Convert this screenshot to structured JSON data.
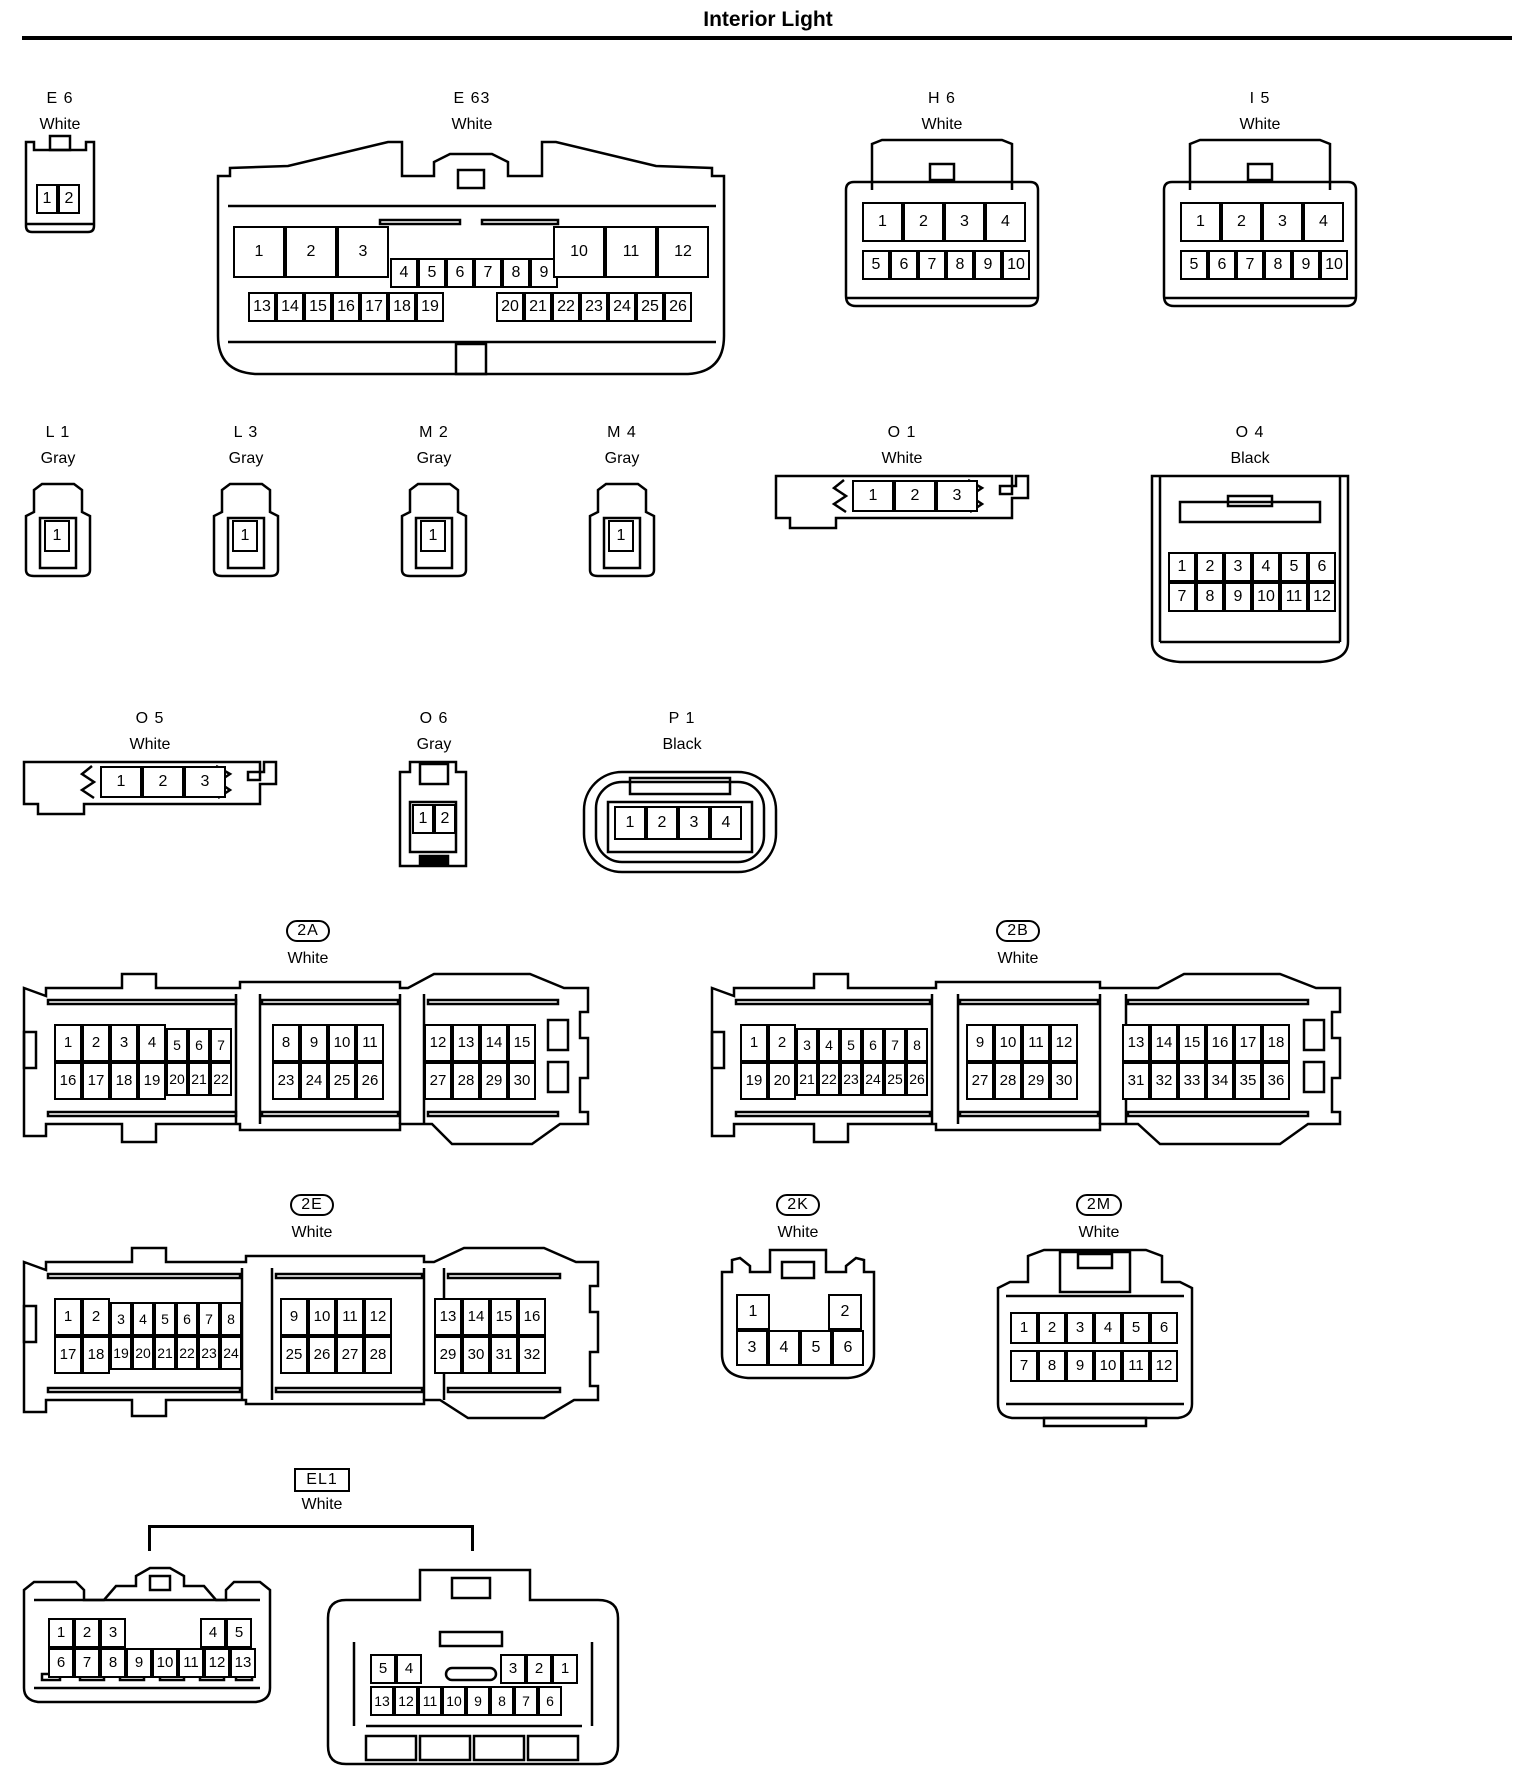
{
  "title": "Interior Light",
  "connectors": {
    "E6": {
      "code": "E 6",
      "color": "White",
      "pins": [
        "1",
        "2"
      ]
    },
    "E63": {
      "code": "E 63",
      "color": "White",
      "pins": [
        "1",
        "2",
        "3",
        "4",
        "5",
        "6",
        "7",
        "8",
        "9",
        "10",
        "11",
        "12",
        "13",
        "14",
        "15",
        "16",
        "17",
        "18",
        "19",
        "20",
        "21",
        "22",
        "23",
        "24",
        "25",
        "26"
      ]
    },
    "H6": {
      "code": "H 6",
      "color": "White",
      "pins": [
        "1",
        "2",
        "3",
        "4",
        "5",
        "6",
        "7",
        "8",
        "9",
        "10"
      ]
    },
    "I5": {
      "code": "I 5",
      "color": "White",
      "pins": [
        "1",
        "2",
        "3",
        "4",
        "5",
        "6",
        "7",
        "8",
        "9",
        "10"
      ]
    },
    "L1": {
      "code": "L 1",
      "color": "Gray",
      "pins": [
        "1"
      ]
    },
    "L3": {
      "code": "L 3",
      "color": "Gray",
      "pins": [
        "1"
      ]
    },
    "M2": {
      "code": "M 2",
      "color": "Gray",
      "pins": [
        "1"
      ]
    },
    "M4": {
      "code": "M 4",
      "color": "Gray",
      "pins": [
        "1"
      ]
    },
    "O1": {
      "code": "O 1",
      "color": "White",
      "pins": [
        "1",
        "2",
        "3"
      ]
    },
    "O4": {
      "code": "O 4",
      "color": "Black",
      "pins": [
        "1",
        "2",
        "3",
        "4",
        "5",
        "6",
        "7",
        "8",
        "9",
        "10",
        "11",
        "12"
      ]
    },
    "O5": {
      "code": "O 5",
      "color": "White",
      "pins": [
        "1",
        "2",
        "3"
      ]
    },
    "O6": {
      "code": "O 6",
      "color": "Gray",
      "pins": [
        "1",
        "2"
      ]
    },
    "P1": {
      "code": "P 1",
      "color": "Black",
      "pins": [
        "1",
        "2",
        "3",
        "4"
      ]
    },
    "2A": {
      "code": "2A",
      "color": "White",
      "pins": [
        "1",
        "2",
        "3",
        "4",
        "5",
        "6",
        "7",
        "8",
        "9",
        "10",
        "11",
        "12",
        "13",
        "14",
        "15",
        "16",
        "17",
        "18",
        "19",
        "20",
        "21",
        "22",
        "23",
        "24",
        "25",
        "26",
        "27",
        "28",
        "29",
        "30"
      ]
    },
    "2B": {
      "code": "2B",
      "color": "White",
      "pins": [
        "1",
        "2",
        "3",
        "4",
        "5",
        "6",
        "7",
        "8",
        "9",
        "10",
        "11",
        "12",
        "13",
        "14",
        "15",
        "16",
        "17",
        "18",
        "19",
        "20",
        "21",
        "22",
        "23",
        "24",
        "25",
        "26",
        "27",
        "28",
        "29",
        "30",
        "31",
        "32",
        "33",
        "34",
        "35",
        "36"
      ]
    },
    "2E": {
      "code": "2E",
      "color": "White",
      "pins": [
        "1",
        "2",
        "3",
        "4",
        "5",
        "6",
        "7",
        "8",
        "9",
        "10",
        "11",
        "12",
        "13",
        "14",
        "15",
        "16",
        "17",
        "18",
        "19",
        "20",
        "21",
        "22",
        "23",
        "24",
        "25",
        "26",
        "27",
        "28",
        "29",
        "30",
        "31",
        "32"
      ]
    },
    "2K": {
      "code": "2K",
      "color": "White",
      "pins": [
        "1",
        "2",
        "3",
        "4",
        "5",
        "6"
      ]
    },
    "2M": {
      "code": "2M",
      "color": "White",
      "pins": [
        "1",
        "2",
        "3",
        "4",
        "5",
        "6",
        "7",
        "8",
        "9",
        "10",
        "11",
        "12"
      ]
    },
    "EL1": {
      "code": "EL1",
      "color": "White",
      "left_pins": [
        "1",
        "2",
        "3",
        "4",
        "5",
        "6",
        "7",
        "8",
        "9",
        "10",
        "11",
        "12",
        "13"
      ],
      "right_pins": [
        "1",
        "2",
        "3",
        "4",
        "5",
        "6",
        "7",
        "8",
        "9",
        "10",
        "11",
        "12",
        "13"
      ]
    }
  }
}
